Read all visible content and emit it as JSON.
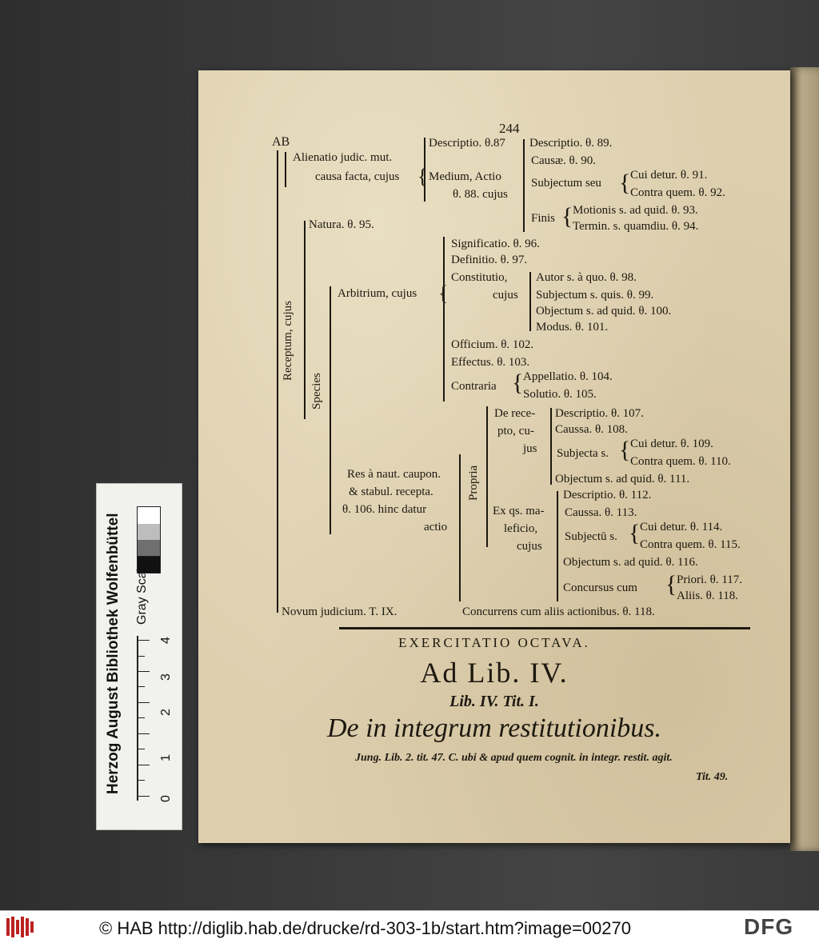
{
  "page": {
    "number": "244",
    "ab": "AB",
    "tree": {
      "alienatio_1": "Alienatio judic. mut.",
      "alienatio_2": "causa facta, cujus",
      "descriptio87": "Descriptio. θ.87",
      "medium_1": "Medium, Actio",
      "medium_2": "θ. 88. cujus",
      "descriptio89": "Descriptio. θ. 89.",
      "causae90": "Causæ. θ. 90.",
      "subjectum_seu": "Subjectum seu",
      "cui_detur91": "Cui detur. θ. 91.",
      "contra_quem92": "Contra quem. θ. 92.",
      "finis": "Finis",
      "motionis93": "Motionis s. ad quid. θ. 93.",
      "termin94": "Termin. s. quamdiu. θ. 94.",
      "receptum_cujus": "Receptum, cujus",
      "natura95": "Natura. θ. 95.",
      "species": "Species",
      "significatio96": "Significatio. θ. 96.",
      "definitio97": "Definitio. θ. 97.",
      "constitutio": "Constitutio,",
      "cujus_a": "cujus",
      "autor98": "Autor s. à quo. θ. 98.",
      "subjectum99": "Subjectum s. quis. θ. 99.",
      "objectum100": "Objectum s. ad quid. θ. 100.",
      "modus101": "Modus. θ. 101.",
      "arbitrium": "Arbitrium, cujus",
      "officium102": "Officium. θ. 102.",
      "effectus103": "Effectus. θ. 103.",
      "contraria": "Contraria",
      "appellatio104": "Appellatio. θ. 104.",
      "solutio105": "Solutio. θ. 105.",
      "de_recepto_1": "De rece-",
      "de_recepto_2": "pto, cu-",
      "de_recepto_3": "jus",
      "descriptio107": "Descriptio. θ. 107.",
      "caussa108": "Caussa. θ. 108.",
      "subjecta_f": "Subjecta s.",
      "cui_detur109": "Cui detur. θ. 109.",
      "contra_quem110": "Contra quem. θ. 110.",
      "objectum111": "Objectum s. ad quid. θ. 111.",
      "propria": "Propria",
      "res_1": "Res à naut. caupon.",
      "res_2": "& stabul. recepta.",
      "res_3": "θ. 106. hinc datur",
      "res_4": "actio",
      "ex_qs_1": "Ex qs. ma-",
      "ex_qs_2": "leficio,",
      "ex_qs_3": "cujus",
      "descriptio112": "Descriptio. θ. 112.",
      "caussa113": "Caussa. θ. 113.",
      "subjectu_f": "Subjectū s.",
      "cui_detur114": "Cui detur. θ. 114.",
      "contra_quem115": "Contra quem. θ. 115.",
      "objectum116": "Objectum s. ad quid. θ. 116.",
      "concursus": "Concursus  cum",
      "priori117": "Priori. θ. 117.",
      "aliis118": "Aliis. θ. 118.",
      "novum": "Novum judicium. T. IX.",
      "concurrens": "Concurrens cum aliis actionibus. θ. 118."
    },
    "heading": {
      "exercitatio": "EXERCITATIO OCTAVA.",
      "ad_lib": "Ad Lib. IV.",
      "lib_tit": "Lib. IV. Tit. I.",
      "title": "De in integrum restitutionibus.",
      "jung": "Jung. Lib. 2. tit. 47. C. ubi & apud quem cognit. in integr. restit. agit.",
      "tit49": "Tit. 49."
    }
  },
  "card": {
    "institution": "Herzog August Bibliothek Wolfenbüttel",
    "gray_scale": "Gray Scale",
    "ruler_numbers": [
      "0",
      "1",
      "2",
      "3",
      "4"
    ],
    "swatches": [
      "#ffffff",
      "#bdbdbd",
      "#6f6f6f",
      "#111111"
    ]
  },
  "footer": {
    "text": "© HAB http://diglib.hab.de/drucke/rd-303-1b/start.htm?image=00270",
    "logo_right": "DFG"
  }
}
